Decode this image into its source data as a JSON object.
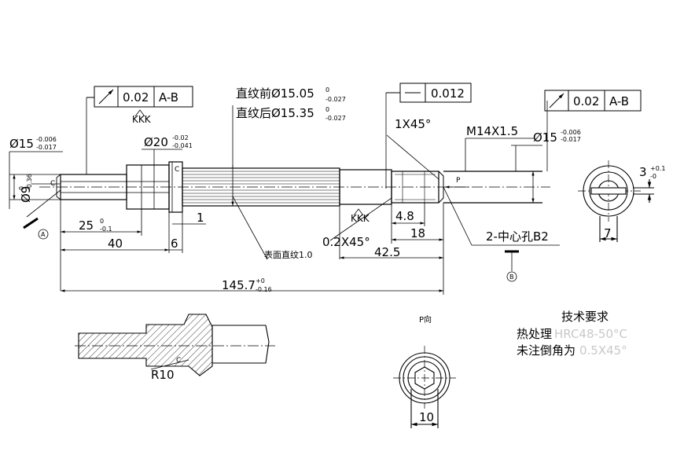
{
  "labels": {
    "fcf1_tol": "0.02",
    "fcf1_ref": "A-B",
    "fcf2_tol": "0.012",
    "fcf3_tol": "0.02",
    "fcf3_ref": "A-B",
    "kkk1": "KKK",
    "kkk2": "KKK",
    "knurl_before": "直纹前Ø15.05",
    "knurl_before_tol_up": "0",
    "knurl_before_tol_low": "-0.027",
    "knurl_after": "直纹后Ø15.35",
    "knurl_after_tol_up": "0",
    "knurl_after_tol_low": "-0.027",
    "chamfer_1x45": "1X45°",
    "thread": "M14X1.5",
    "d15_left": "Ø15",
    "d15_left_up": "-0.006",
    "d15_left_low": "-0.017",
    "d15_right": "Ø15",
    "d15_right_up": "-0.006",
    "d15_right_low": "-0.017",
    "d20": "Ø20",
    "d20_up": "-0.02",
    "d20_low": "-0.041",
    "d9": "Ø9",
    "d9_up": "0",
    "d9_low": "-0.36",
    "c_left": "C",
    "c_shoulder": "C",
    "dim_25": "25",
    "dim_25_up": "0",
    "dim_25_low": "-0.1",
    "dim_40": "40",
    "dim_6": "6",
    "dim_1": "1",
    "surface_knurl": "表面直纹1.0",
    "chamfer_02x45": "0.2X45°",
    "dim_4_8": "4.8",
    "dim_18": "18",
    "dim_42_5": "42.5",
    "dim_145_7": "145.7",
    "dim_145_7_up": "+0",
    "dim_145_7_low": "-0.16",
    "center_holes": "2-中心孔B2",
    "datum_a": "A",
    "datum_b": "B",
    "p_arrow": "P",
    "dim_3": "3",
    "dim_3_up": "+0.1",
    "dim_3_low": "-0",
    "dim_7": "7",
    "p_view": "P向",
    "tech_title": "技术要求",
    "tech_heat_prefix": "热处理",
    "tech_heat_value": "HRC48-50°C",
    "tech_chamfer_prefix": "未注倒角为",
    "tech_chamfer_value": "0.5X45°",
    "detail_r10": "R10",
    "detail_c": "C",
    "dim_10": "10"
  }
}
